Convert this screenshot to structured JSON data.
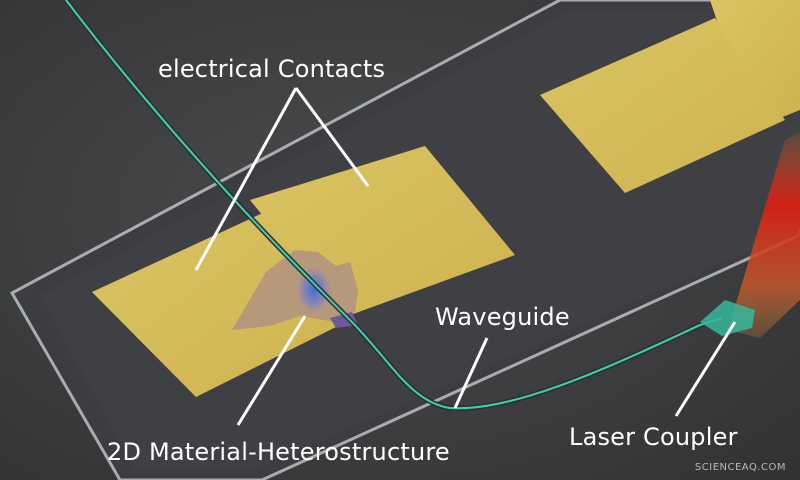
{
  "labels": {
    "electrical_contacts": "electrical Contacts",
    "waveguide": "Waveguide",
    "heterostructure": "2D Material-Heterostructure",
    "laser_coupler": "Laser Coupler"
  },
  "watermark": "SCIENCEAQ.COM",
  "colors": {
    "background": "#3a3b3d",
    "gold_contact": "#d9c15a",
    "waveguide": "#39c6a6",
    "laser_beam": "#d42a1c",
    "flake": "#b2957e",
    "annotation_lines": "#ffffff"
  }
}
